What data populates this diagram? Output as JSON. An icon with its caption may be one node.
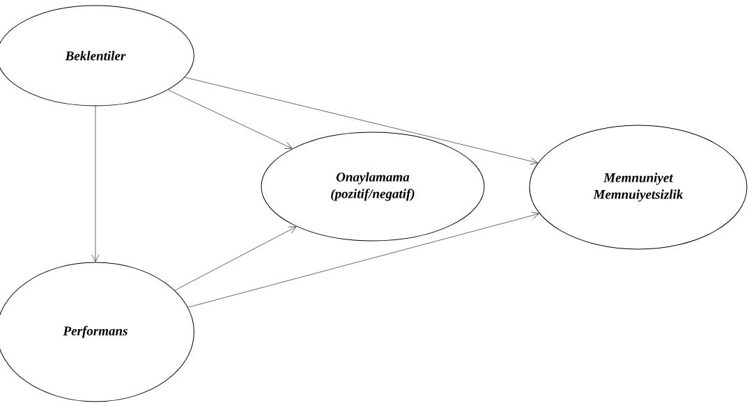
{
  "diagram": {
    "nodes": [
      {
        "text": [
          "Beklentiler"
        ]
      },
      {
        "text": [
          "Onaylamama (pozitif/negatif)"
        ]
      },
      {
        "text": [
          "Memnuniyet Memnuiyetsizlik"
        ]
      },
      {
        "text": [
          "Performans"
        ]
      }
    ],
    "edges": [
      {
        "from": 0,
        "to": 1,
        "arrow": "to"
      },
      {
        "from": 0,
        "to": 2,
        "arrow": "to"
      },
      {
        "from": 0,
        "to": 3,
        "arrow": "to"
      },
      {
        "from": 3,
        "to": 1,
        "arrow": "to"
      },
      {
        "from": 3,
        "to": 2,
        "arrow": "to"
      }
    ]
  }
}
